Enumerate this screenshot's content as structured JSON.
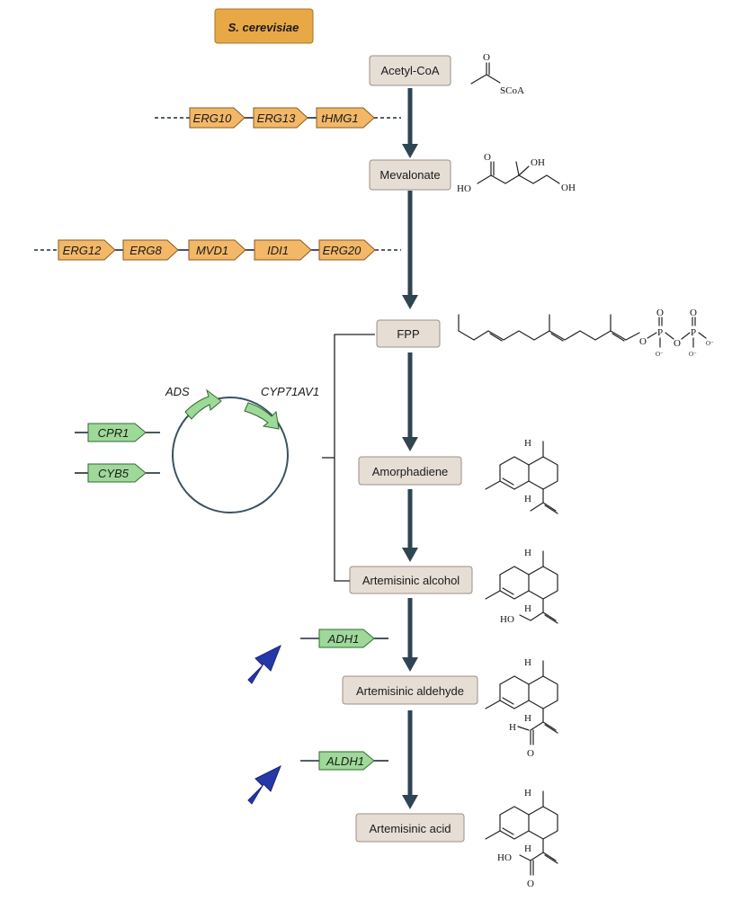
{
  "organism": "S. cerevisiae",
  "colors": {
    "organism_fill": "#e8a845",
    "gene_orange": "#f2b868",
    "gene_green": "#9fd99a",
    "box_fill": "#e6ddd5",
    "arrow_dark": "#2e4553",
    "blue_arrow": "#2638a8"
  },
  "metabolites": [
    "Acetyl-CoA",
    "Mevalonate",
    "FPP",
    "Amorphadiene",
    "Artemisinic alcohol",
    "Artemisinic aldehyde",
    "Artemisinic acid"
  ],
  "gene_rows": {
    "row1": [
      "ERG10",
      "ERG13",
      "tHMG1"
    ],
    "row2": [
      "ERG12",
      "ERG8",
      "MVD1",
      "IDI1",
      "ERG20"
    ]
  },
  "plasmid_genes": [
    "ADS",
    "CYP71AV1"
  ],
  "side_genes": [
    "CPR1",
    "CYB5"
  ],
  "enzymes": [
    "ADH1",
    "ALDH1"
  ],
  "chem": {
    "O": "O",
    "SCoA": "SCoA",
    "OH": "OH",
    "HO": "HO",
    "H": "H",
    "P": "P",
    "Ominus": "O⁻"
  }
}
